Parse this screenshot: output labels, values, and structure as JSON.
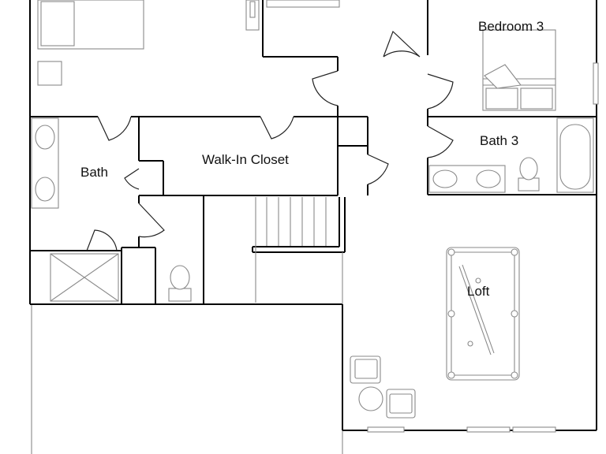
{
  "plan": {
    "rooms": {
      "bedroom3": "Bedroom 3",
      "bath3": "Bath 3",
      "bath": "Bath",
      "walk_in_closet": "Walk-In Closet",
      "loft": "Loft"
    },
    "colors": {
      "wall": "#000000",
      "fixture": "#8a8a8a",
      "background": "#ffffff"
    }
  }
}
